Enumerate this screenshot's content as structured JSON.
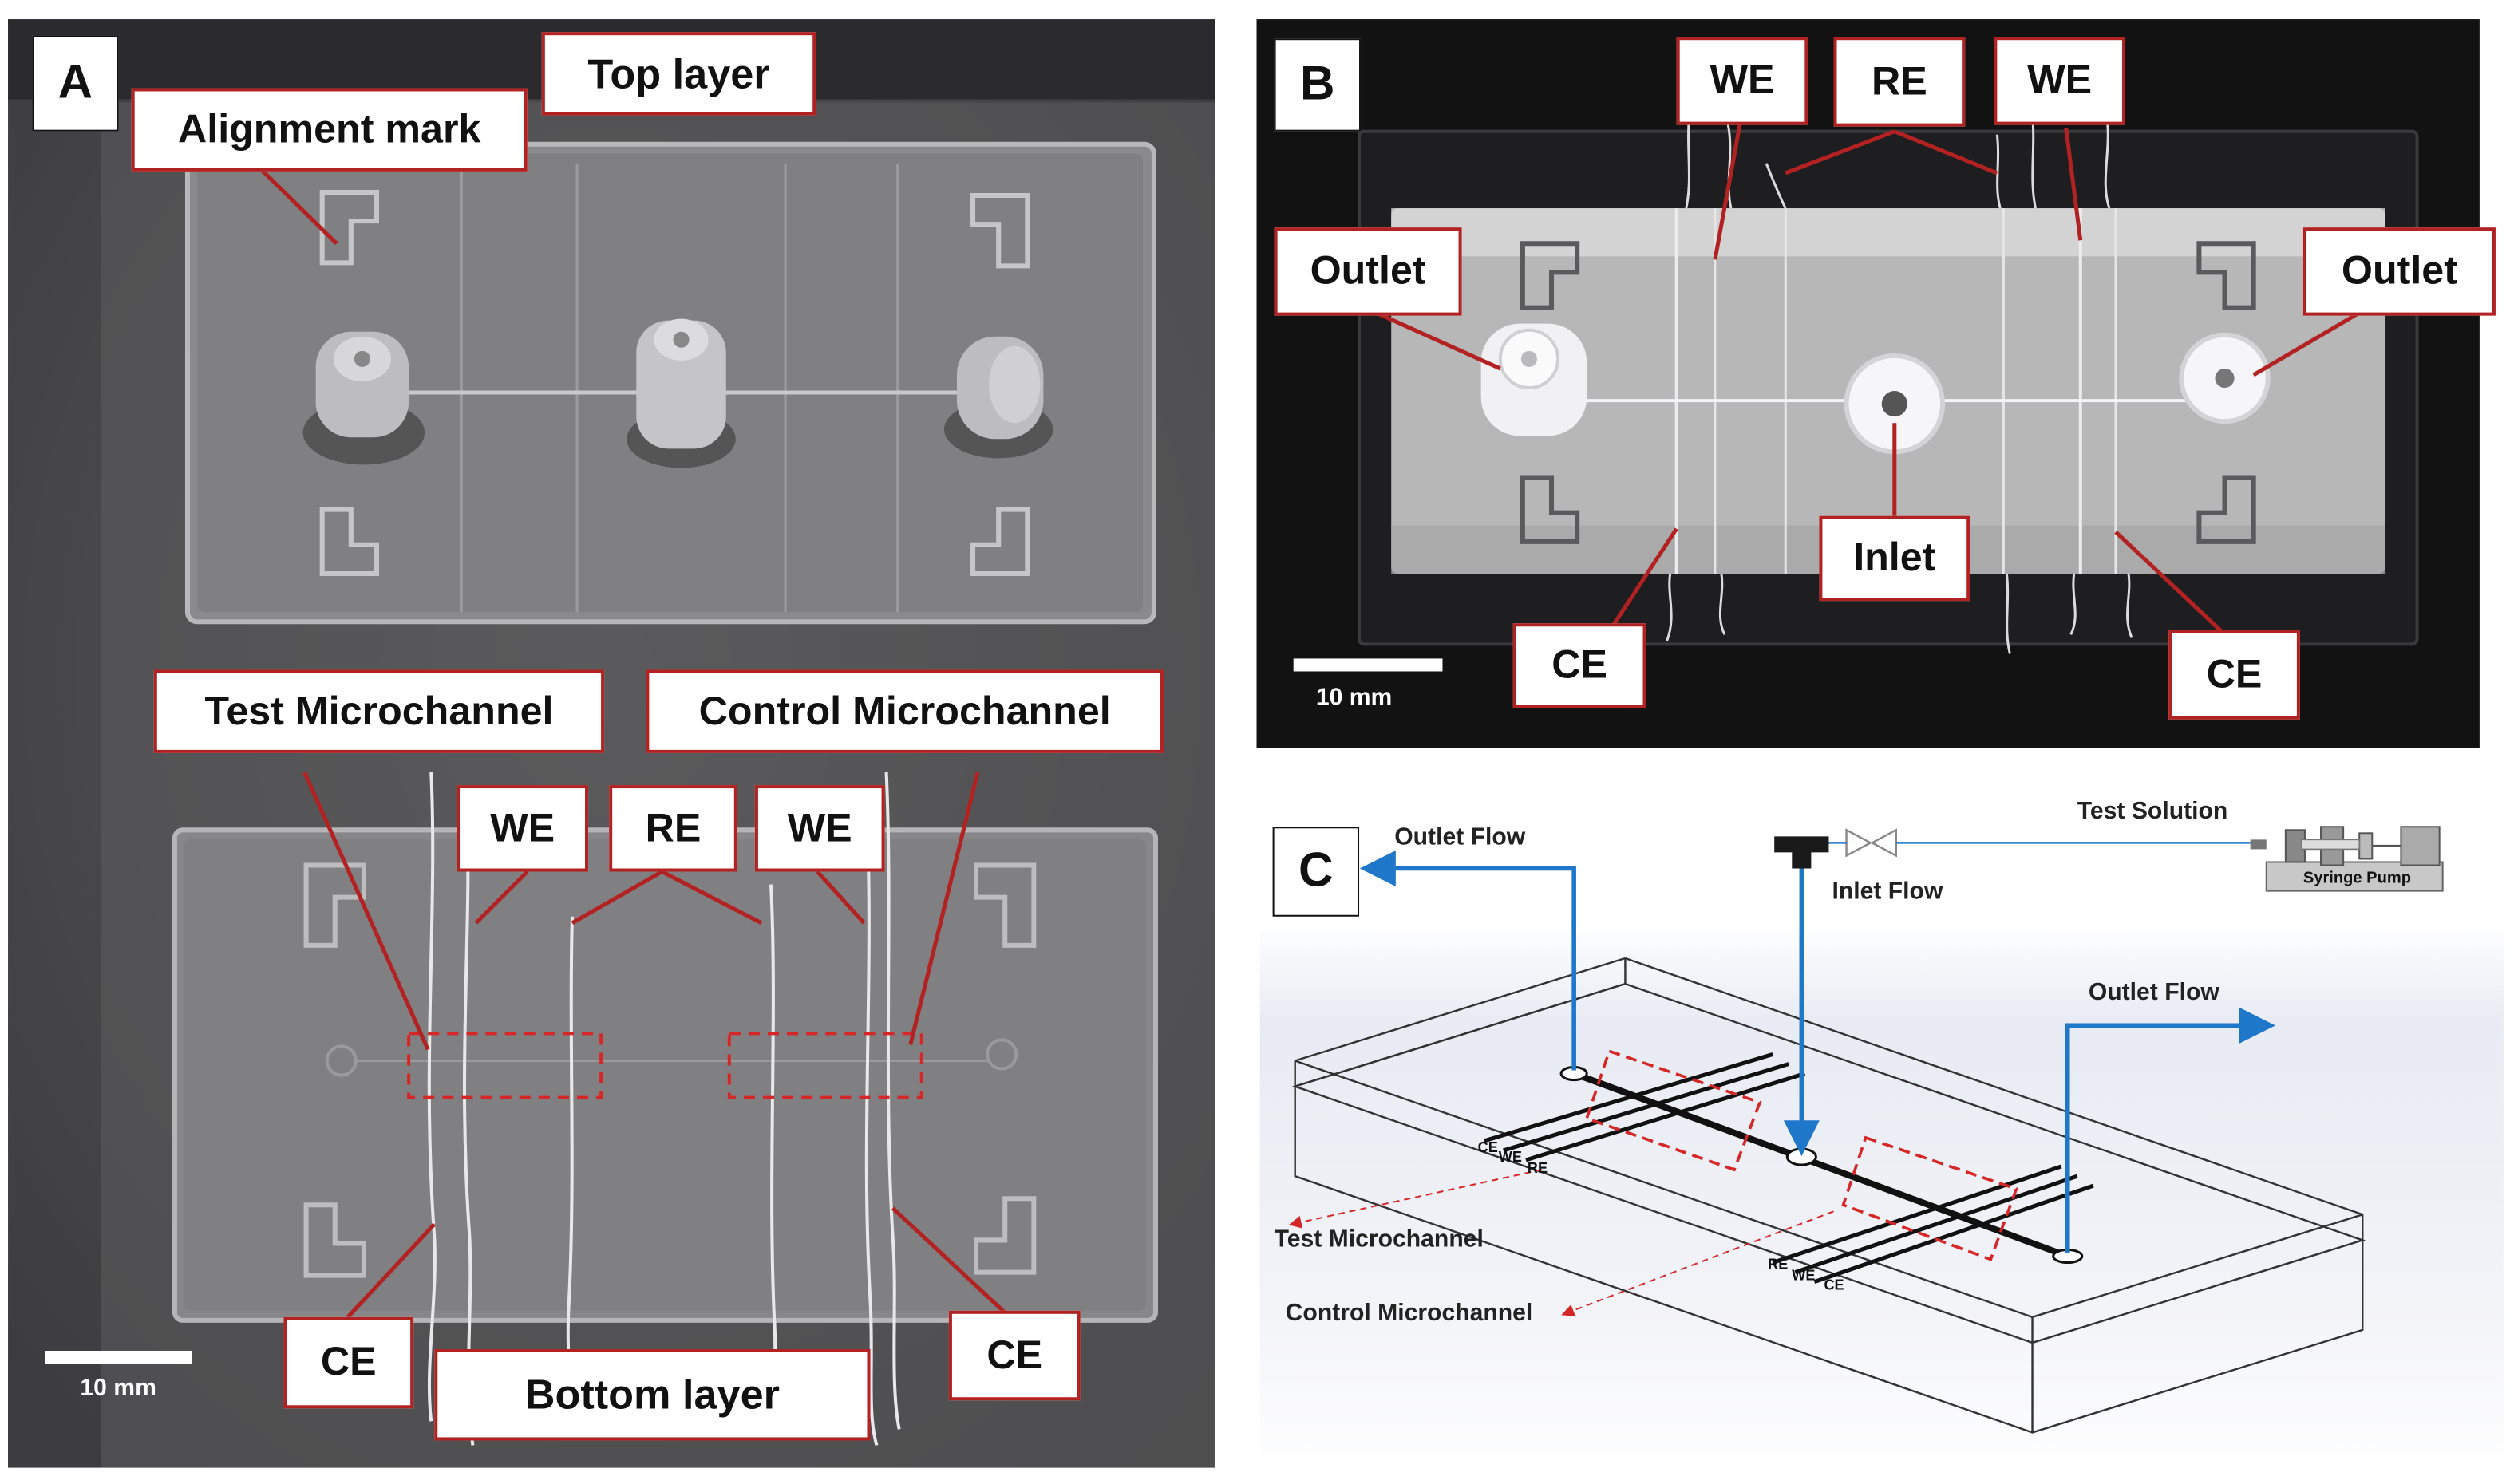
{
  "panels": {
    "a": {
      "letter": "A",
      "top_layer_label": "Top layer",
      "alignment_mark_label": "Alignment mark",
      "test_microchannel_label": "Test Microchannel",
      "control_microchannel_label": "Control Microchannel",
      "we_left_label": "WE",
      "re_label": "RE",
      "we_right_label": "WE",
      "ce_left_label": "CE",
      "ce_right_label": "CE",
      "bottom_layer_label": "Bottom layer",
      "scale_label": "10 mm"
    },
    "b": {
      "letter": "B",
      "we_left_label": "WE",
      "re_label": "RE",
      "we_right_label": "WE",
      "outlet_left_label": "Outlet",
      "outlet_right_label": "Outlet",
      "inlet_label": "Inlet",
      "ce_left_label": "CE",
      "ce_right_label": "CE",
      "scale_label": "10 mm"
    },
    "c": {
      "letter": "C",
      "outlet_flow_left_label": "Outlet Flow",
      "outlet_flow_right_label": "Outlet Flow",
      "test_solution_label": "Test Solution",
      "inlet_flow_label": "Inlet Flow",
      "syringe_pump_label": "Syringe Pump",
      "test_microchannel_label": "Test Microchannel",
      "control_microchannel_label": "Control Microchannel",
      "left_electrodes": [
        "CE",
        "WE",
        "RE"
      ],
      "right_electrodes": [
        "RE",
        "WE",
        "CE"
      ]
    }
  },
  "colors": {
    "label_border": "#b22222",
    "flow_arrow": "#1f77c9",
    "highlight_box": "#d62728"
  }
}
